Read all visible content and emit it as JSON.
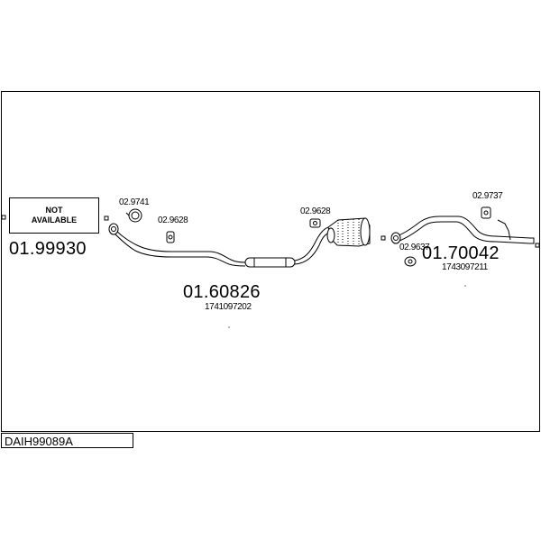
{
  "not_available": {
    "line1": "NOT",
    "line2": "AVAILABLE"
  },
  "parts": {
    "front_pipe": {
      "number": "01.99930"
    },
    "middle_section": {
      "number": "01.60826",
      "oe": "1741097202"
    },
    "rear_section": {
      "number": "01.70042",
      "oe": "1743097211"
    }
  },
  "fittings": {
    "f1": "02.9741",
    "f2": "02.9628",
    "f3": "02.9628",
    "f4": "02.9637",
    "f5": "02.9737"
  },
  "diagram_code": "DAIH99089A"
}
